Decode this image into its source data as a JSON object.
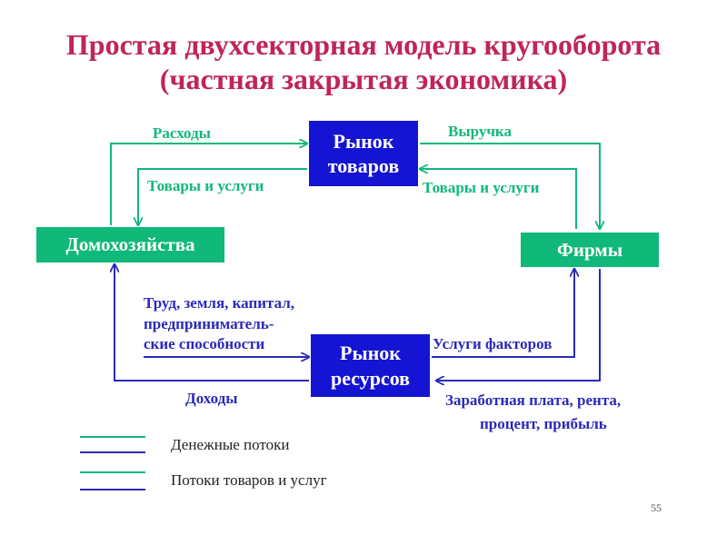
{
  "title": {
    "line1": "Простая двухсекторная модель кругооборота",
    "line2": "(частная закрытая экономика)"
  },
  "nodes": {
    "goods_market": {
      "line1": "Рынок",
      "line2": "товаров"
    },
    "resources_market": {
      "line1": "Рынок",
      "line2": "ресурсов"
    },
    "households": "Домохозяйства",
    "firms": "Фирмы"
  },
  "labels": {
    "expenses": "Расходы",
    "revenue": "Выручка",
    "goods_services_left": "Товары и услуги",
    "goods_services_right": "Товары и услуги",
    "factors_line1": "Труд, земля, капитал,",
    "factors_line2": "предприниматель-",
    "factors_line3": "ские способности",
    "factor_services": "Услуги факторов",
    "incomes": "Доходы",
    "wages_line1": "Заработная плата, рента,",
    "wages_line2": "процент, прибыль"
  },
  "legend": {
    "money_flows": "Денежные потоки",
    "goods_flows": "Потоки товаров и услуг"
  },
  "colors": {
    "money_flow": "#10b87a",
    "goods_flow": "#2a2ab8",
    "title": "#c0245a",
    "box_blue": "#1414d2",
    "box_green": "#10b87a"
  },
  "page_number": "55"
}
